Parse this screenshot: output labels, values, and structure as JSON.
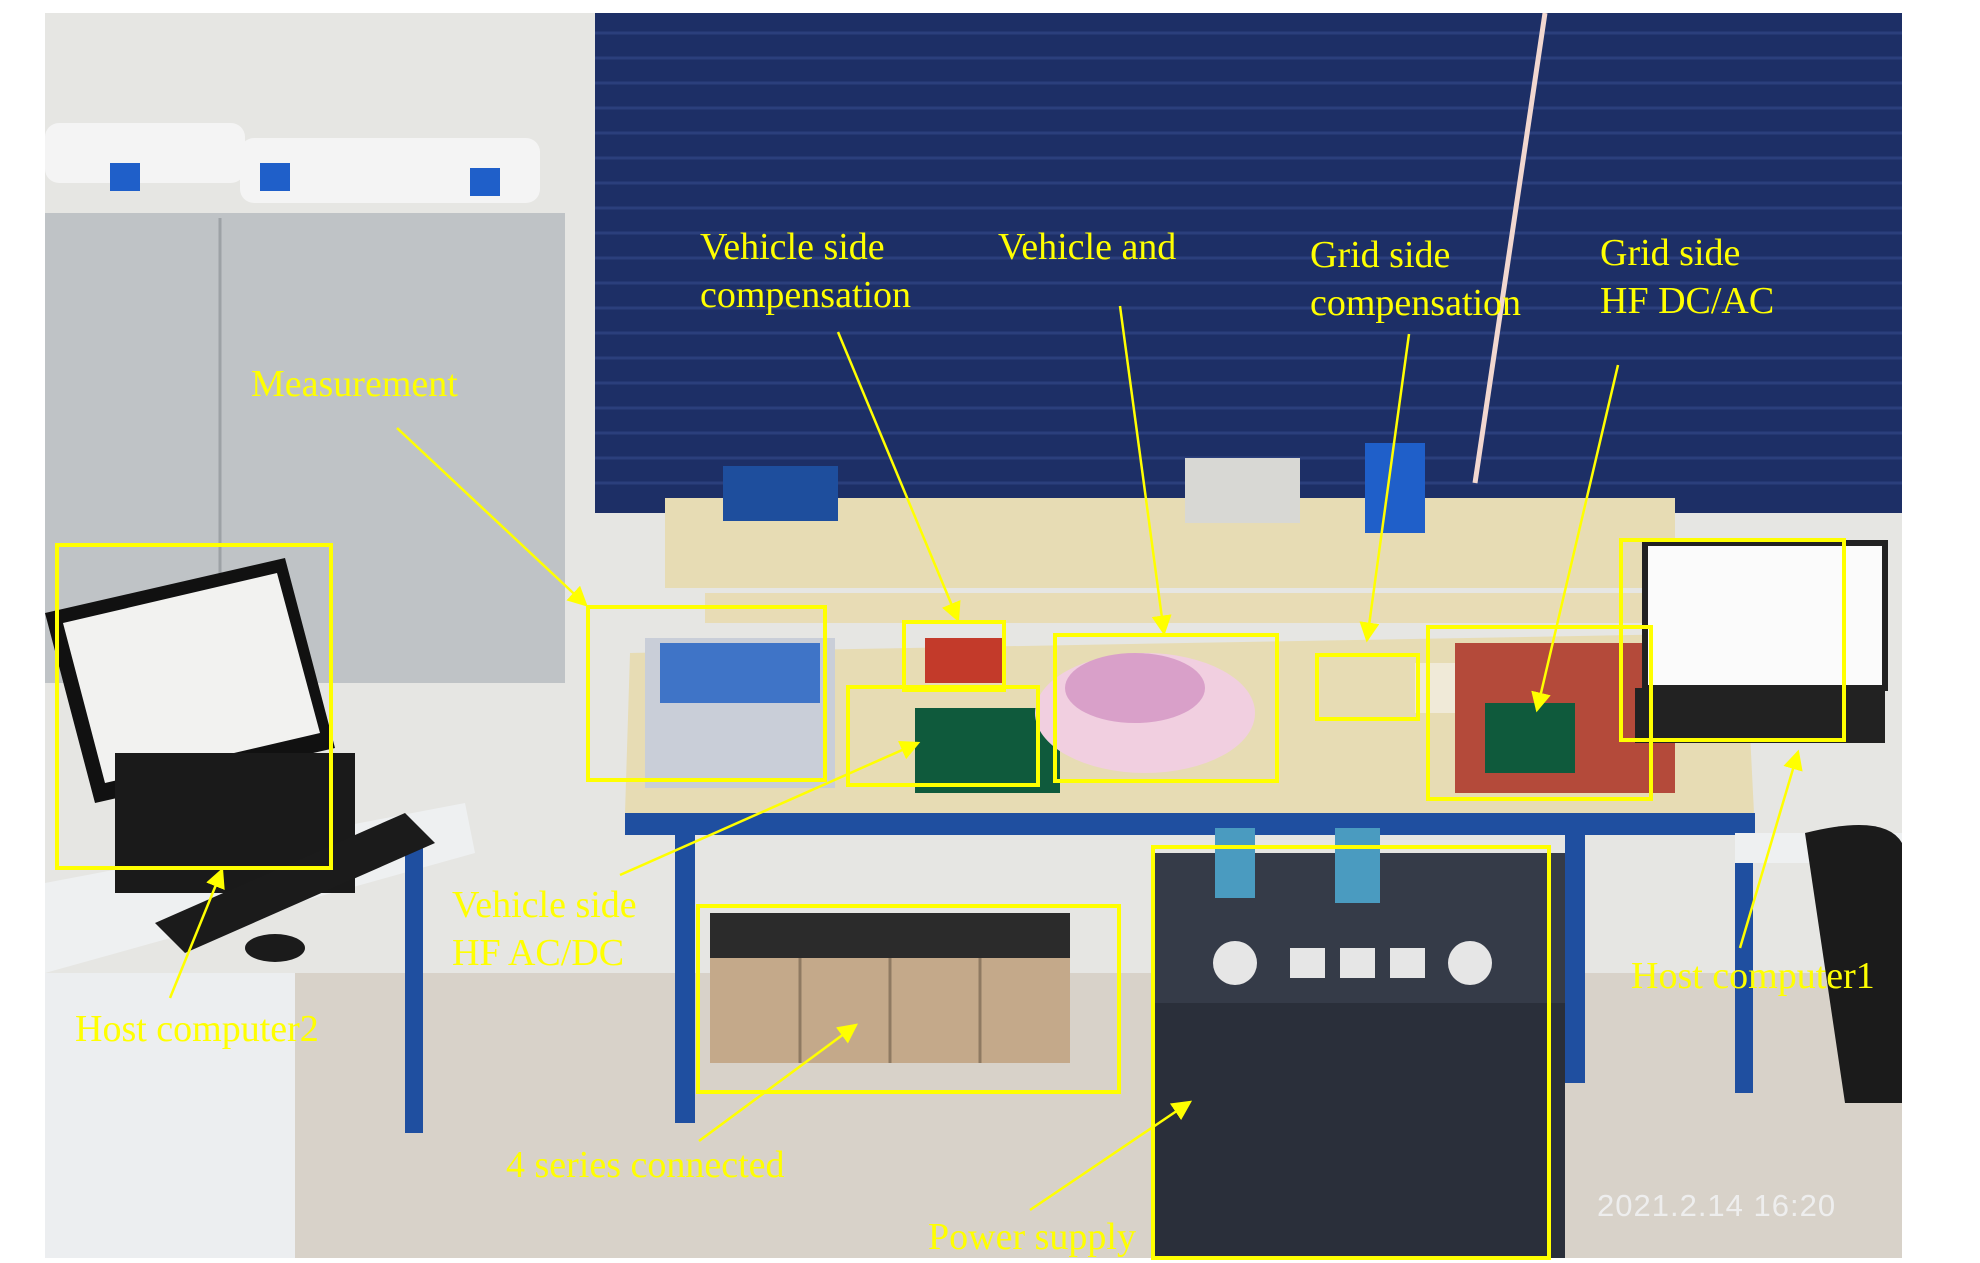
{
  "labels": {
    "measurement": "Measurement",
    "vehicle_comp_1": "Vehicle side",
    "vehicle_comp_2": "compensation",
    "vehicle_and": "Vehicle and",
    "grid_comp_1": "Grid side",
    "grid_comp_2": "compensation",
    "grid_hf_1": "Grid side",
    "grid_hf_2": "HF DC/AC",
    "vehicle_hf_1": "Vehicle side",
    "vehicle_hf_2": "HF AC/DC",
    "host2": "Host computer2",
    "host1": "Host computer1",
    "series": "4 series connected",
    "power": "Power supply"
  },
  "timestamp": "2021.2.14 16:20",
  "colors": {
    "annotation": "#ffff00",
    "blinds": "#1d2f66",
    "wall": "#e6e6e3",
    "cabinet": "#bfc3c6",
    "bench_top": "#e7dcb4",
    "bench_frame": "#1f4fa0",
    "floor": "#d8d2c9"
  }
}
